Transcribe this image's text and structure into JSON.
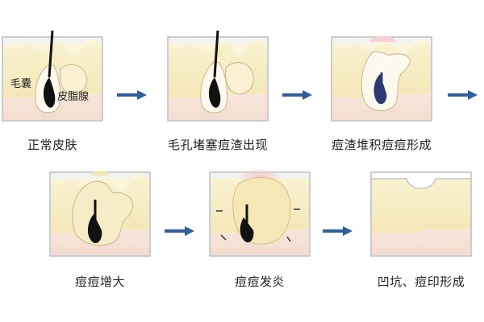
{
  "colors": {
    "frame": "#b9bcc0",
    "dermis": "#f8efc4",
    "fat": "#f6e2d6",
    "gland": "#faf1d2",
    "gland_stroke": "#c9b48e",
    "hair": "#111111",
    "arrow": "#2f5f9c",
    "inflame": "#f1b8b8",
    "bump": "#f3e9b0"
  },
  "labels": {
    "hair_follicle": "毛囊",
    "sebaceous_gland": "皮脂腺"
  },
  "stages": [
    {
      "caption": "正常皮肤"
    },
    {
      "caption": "毛孔堵塞痘渣出现"
    },
    {
      "caption": "痘渣堆积痘痘形成"
    },
    {
      "caption": "痘痘增大"
    },
    {
      "caption": "痘痘发炎"
    },
    {
      "caption": "凹坑、痘印形成"
    }
  ]
}
